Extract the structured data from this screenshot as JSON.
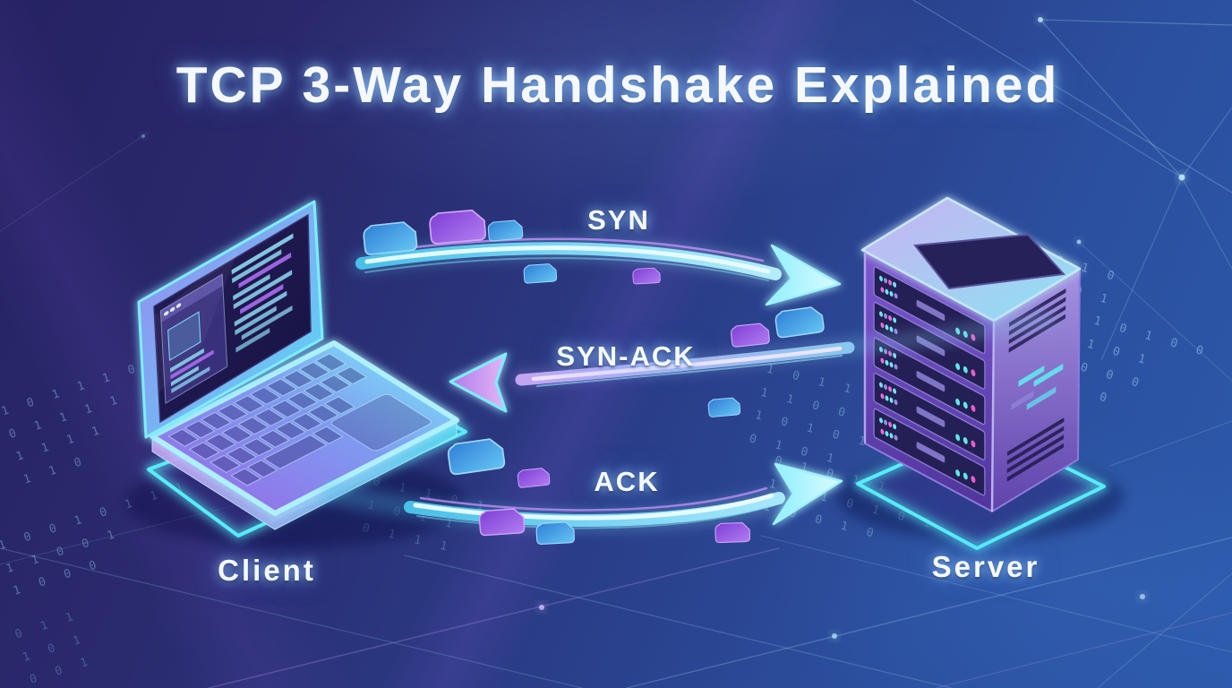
{
  "title": "TCP 3-Way Handshake Explained",
  "nodes": {
    "client": {
      "label": "Client",
      "depicted_as": "laptop"
    },
    "server": {
      "label": "Server",
      "depicted_as": "server-rack"
    }
  },
  "messages": [
    {
      "step": 1,
      "label": "SYN",
      "from": "Client",
      "to": "Server",
      "direction": "right"
    },
    {
      "step": 2,
      "label": "SYN-ACK",
      "from": "Server",
      "to": "Client",
      "direction": "left"
    },
    {
      "step": 3,
      "label": "ACK",
      "from": "Client",
      "to": "Server",
      "direction": "right"
    }
  ],
  "colors": {
    "background_top_left": "#262263",
    "background_bottom_right": "#2c59ab",
    "arrow_cyan": "#5fd8f5",
    "arrow_purple": "#b07ae8",
    "packet_blue": "#3c8fe0",
    "packet_purple": "#8a4fd8",
    "glow_cyan": "#54e8f8",
    "led_magenta": "#e85fc8",
    "text": "#f5f9ff"
  },
  "binary_streams": [
    "1 0 1 1 1 0 0\n0 1 1 1 1\n1 1 1 1\n1 1 0",
    "1 0 0 1 0 1 1 1\n1 1 0 0 1\n1 0 0 0",
    "1 0 1 1 0 1\n1 1 0 0 0 1\n1 0 1 0 1 1\n0 1 0 1",
    "0 1 0 1 1\n1 0 1 0 1 0 1\n1 0 0 1 0",
    "1 0 1 0\n1 1 0 1\n1 1 0 1 0 1 0 0\n0 1 0 1 0 1\n0 1 1 0 0 0\n1 1 0 1 0",
    "0 1 1 0 1 0 1\n1 0 1 1\n0 1 1 1",
    "0 1 1\n1 0 1\n0 0 1"
  ]
}
